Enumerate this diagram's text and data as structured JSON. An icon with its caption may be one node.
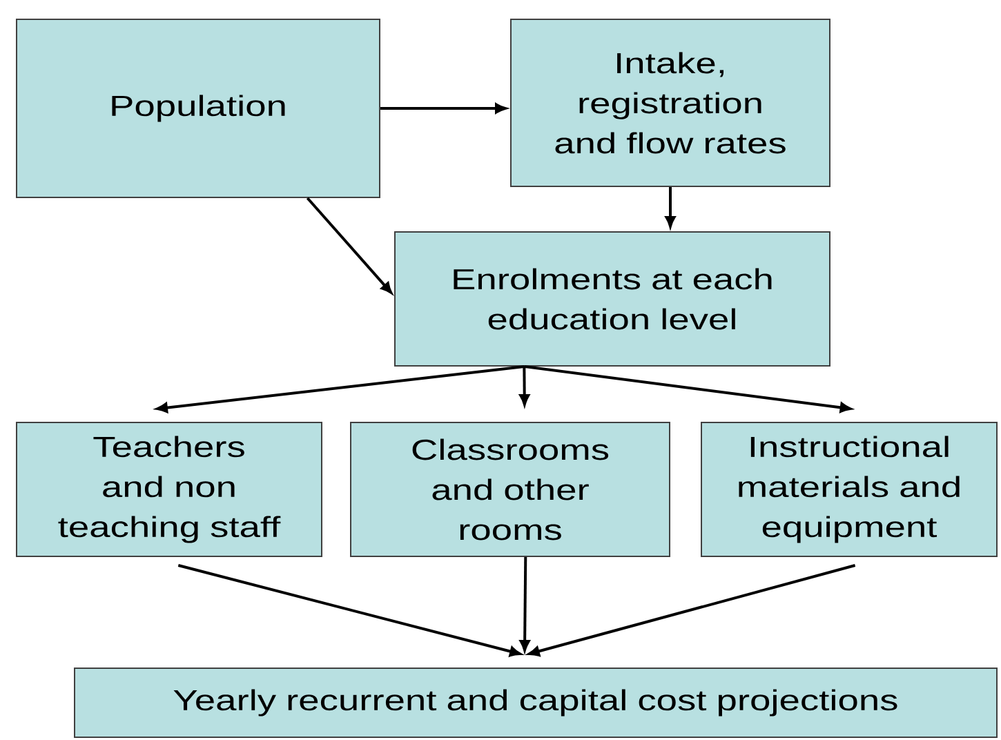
{
  "diagram": {
    "nodes": [
      {
        "text": [
          "Population"
        ]
      },
      {
        "text": [
          "Intake, registration and flow rates"
        ]
      },
      {
        "text": [
          "Enrolments at each education level"
        ]
      },
      {
        "text": [
          "Teachers and non teaching staff"
        ]
      },
      {
        "text": [
          "Classrooms and other rooms"
        ]
      },
      {
        "text": [
          "Instructional materials and equipment"
        ]
      },
      {
        "text": [
          "Yearly recurrent and capital cost projections"
        ]
      }
    ],
    "edges": [
      {
        "from": 0,
        "to": 1,
        "arrow": "to"
      },
      {
        "from": 1,
        "to": 2,
        "arrow": "to"
      },
      {
        "from": 0,
        "to": 2,
        "arrow": "to"
      },
      {
        "from": 2,
        "to": 3,
        "arrow": "to"
      },
      {
        "from": 2,
        "to": 4,
        "arrow": "to"
      },
      {
        "from": 2,
        "to": 5,
        "arrow": "to"
      },
      {
        "from": 3,
        "to": 6,
        "arrow": "to"
      },
      {
        "from": 4,
        "to": 6,
        "arrow": "to"
      },
      {
        "from": 5,
        "to": 6,
        "arrow": "to"
      }
    ]
  }
}
